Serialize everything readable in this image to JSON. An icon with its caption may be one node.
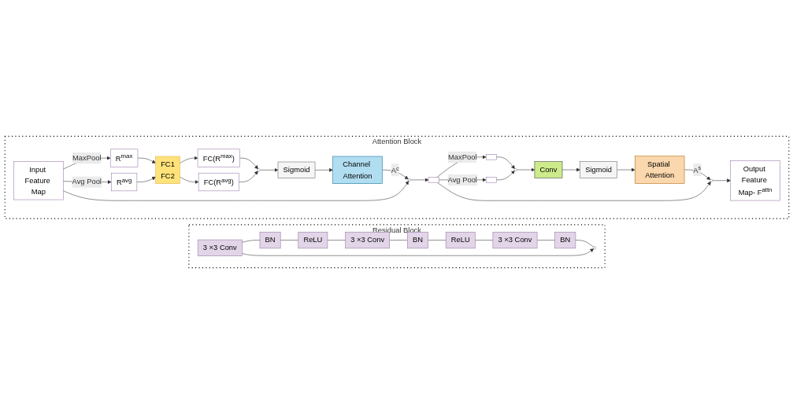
{
  "diagram": {
    "nodes": [
      {
        "text": [
          "Residual Block"
        ]
      },
      {
        "text": [
          "3 ×3 Conv"
        ],
        "in": 0
      },
      {
        "text": [
          "BN"
        ],
        "in": 0
      },
      {
        "text": [
          "ReLU"
        ],
        "in": 0
      },
      {
        "text": [
          "3 ×3 Conv"
        ],
        "in": 0
      },
      {
        "text": [
          "BN"
        ],
        "in": 0
      },
      {
        "text": [
          "ReLU"
        ],
        "in": 0
      },
      {
        "text": [
          "3 ×3 Conv"
        ],
        "in": 0
      },
      {
        "text": [
          "BN"
        ],
        "in": 0
      },
      {
        "text": [],
        "shape": "circle",
        "in": 0
      },
      {
        "text": [
          "Attention Block"
        ]
      },
      {
        "text": [
          "Input Feature Map"
        ],
        "in": 10
      },
      {
        "text": [
          "R$^{max}$"
        ],
        "in": 10
      },
      {
        "text": [
          "R$^{avg}$"
        ],
        "in": 10
      },
      {
        "text": [
          "FC1",
          "FC2"
        ],
        "in": 10
      },
      {
        "text": [
          "FC(R$^{max}$)"
        ],
        "in": 10
      },
      {
        "text": [
          "FC(R$^{avg}$)"
        ],
        "in": 10
      },
      {
        "text": [],
        "shape": "circle",
        "in": 10
      },
      {
        "text": [
          "Sigmoid"
        ],
        "in": 10
      },
      {
        "text": [
          "Channel Attention"
        ],
        "in": 10
      },
      {
        "text": [],
        "shape": "circle",
        "in": 10
      },
      {
        "text": [],
        "shape": "box",
        "in": 10
      },
      {
        "text": [],
        "shape": "box",
        "in": 10
      },
      {
        "text": [],
        "shape": "box",
        "in": 10
      },
      {
        "text": [],
        "shape": "circle",
        "in": 10
      },
      {
        "text": [
          "Conv"
        ],
        "in": 10
      },
      {
        "text": [
          "Sigmoid"
        ],
        "in": 10
      },
      {
        "text": [
          "Spatial Attention"
        ],
        "in": 10
      },
      {
        "text": [],
        "shape": "circle",
        "in": 10
      },
      {
        "text": [
          "Output Feature Map- F$^{attn}$"
        ],
        "in": 10
      }
    ],
    "edges": [
      {
        "from": 1,
        "to": 2,
        "arrow": "none"
      },
      {
        "from": 2,
        "to": 3,
        "arrow": "none"
      },
      {
        "from": 3,
        "to": 4,
        "arrow": "none"
      },
      {
        "from": 4,
        "to": 5,
        "arrow": "none"
      },
      {
        "from": 5,
        "to": 6,
        "arrow": "none"
      },
      {
        "from": 6,
        "to": 7,
        "arrow": "none"
      },
      {
        "from": 7,
        "to": 8,
        "arrow": "none"
      },
      {
        "from": 8,
        "to": 9,
        "arrow": "none"
      },
      {
        "from": 1,
        "to": 9,
        "arrow": "to"
      },
      {
        "from": 11,
        "to": 12,
        "label": "MaxPool",
        "arrow": "to"
      },
      {
        "from": 11,
        "to": 13,
        "label": "Avg Pool",
        "arrow": "to"
      },
      {
        "from": 12,
        "to": 14,
        "arrow": "to"
      },
      {
        "from": 13,
        "to": 14,
        "arrow": "to"
      },
      {
        "from": 14,
        "to": 15,
        "arrow": "to"
      },
      {
        "from": 14,
        "to": 16,
        "arrow": "to"
      },
      {
        "from": 15,
        "to": 17,
        "arrow": "to"
      },
      {
        "from": 16,
        "to": 17,
        "arrow": "to"
      },
      {
        "from": 17,
        "to": 18,
        "arrow": "to"
      },
      {
        "from": 18,
        "to": 19,
        "arrow": "to"
      },
      {
        "from": 19,
        "to": 20,
        "label": "A$^{c}$",
        "arrow": "to"
      },
      {
        "from": 11,
        "to": 20,
        "arrow": "to"
      },
      {
        "from": 20,
        "to": 21,
        "arrow": "to"
      },
      {
        "from": 21,
        "to": 22,
        "label": "MaxPool",
        "arrow": "to"
      },
      {
        "from": 21,
        "to": 23,
        "label": "Avg Pool",
        "arrow": "to"
      },
      {
        "from": 22,
        "to": 24,
        "arrow": "to"
      },
      {
        "from": 23,
        "to": 24,
        "arrow": "to"
      },
      {
        "from": 24,
        "to": 25,
        "arrow": "to"
      },
      {
        "from": 25,
        "to": 26,
        "arrow": "to"
      },
      {
        "from": 26,
        "to": 27,
        "arrow": "to"
      },
      {
        "from": 27,
        "to": 28,
        "label": "A$^{s}$",
        "arrow": "to"
      },
      {
        "from": 21,
        "to": 28,
        "arrow": "to"
      },
      {
        "from": 28,
        "to": 29,
        "arrow": "to"
      }
    ]
  }
}
